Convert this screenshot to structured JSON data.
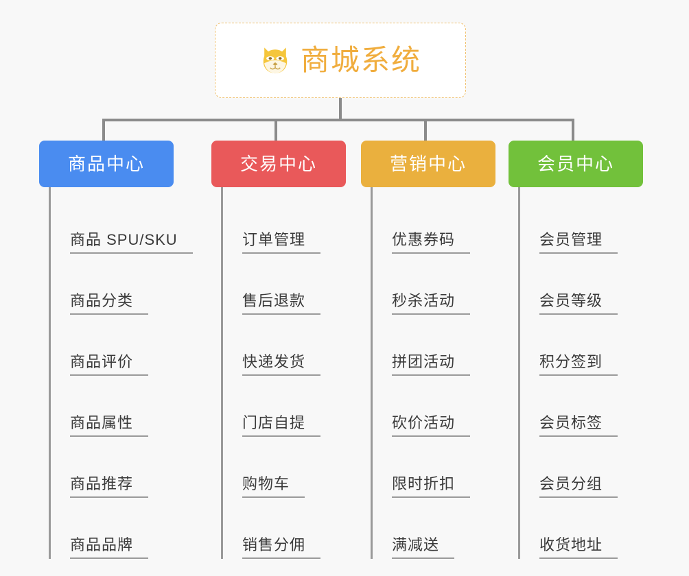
{
  "background_color": "#f8f8f8",
  "root": {
    "title": "商城系统",
    "icon": "shiba-dog-face-icon",
    "text_color": "#f0ad3e",
    "border_color": "#f0c170"
  },
  "connector_color": "#8b8b8b",
  "columns": [
    {
      "id": "product-center",
      "label": "商品中心",
      "color": "#4a8cf0",
      "items": [
        "商品 SPU/SKU",
        "商品分类",
        "商品评价",
        "商品属性",
        "商品推荐",
        "商品品牌"
      ]
    },
    {
      "id": "transaction-center",
      "label": "交易中心",
      "color": "#e9595a",
      "items": [
        "订单管理",
        "售后退款",
        "快递发货",
        "门店自提",
        "购物车",
        "销售分佣"
      ]
    },
    {
      "id": "marketing-center",
      "label": "营销中心",
      "color": "#eab03e",
      "items": [
        "优惠券码",
        "秒杀活动",
        "拼团活动",
        "砍价活动",
        "限时折扣",
        "满减送"
      ]
    },
    {
      "id": "member-center",
      "label": "会员中心",
      "color": "#72c13b",
      "items": [
        "会员管理",
        "会员等级",
        "积分签到",
        "会员标签",
        "会员分组",
        "收货地址"
      ]
    }
  ]
}
